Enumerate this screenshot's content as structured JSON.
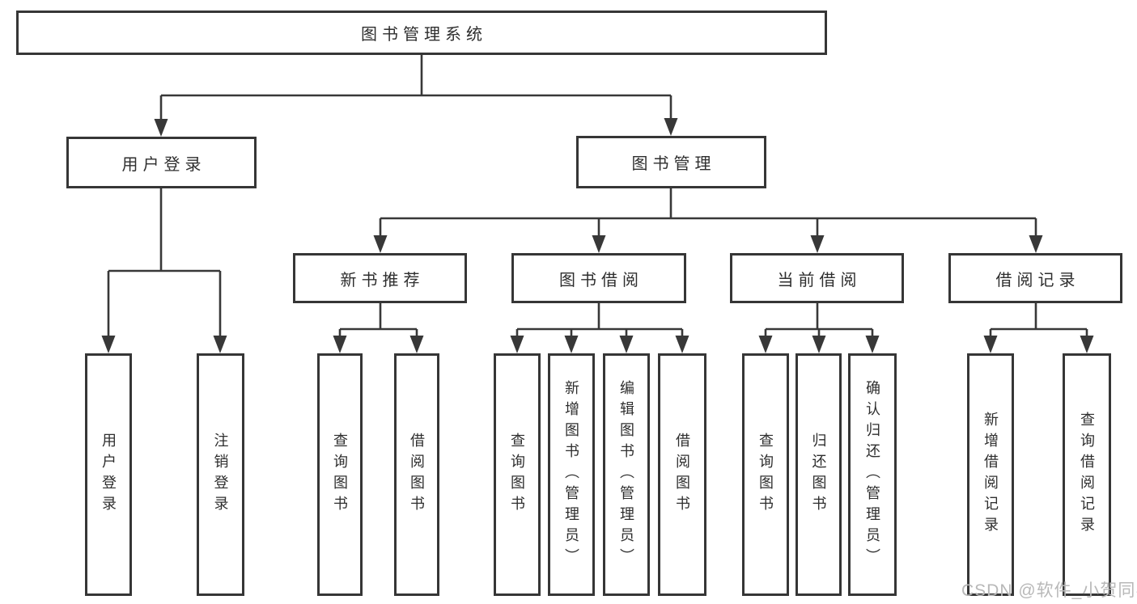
{
  "tree": {
    "root": "图书管理系统",
    "branches": [
      {
        "label": "用户登录",
        "children": [
          "用户登录",
          "注销登录"
        ]
      },
      {
        "label": "图书管理",
        "groups": [
          {
            "label": "新书推荐",
            "children": [
              "查询图书",
              "借阅图书"
            ]
          },
          {
            "label": "图书借阅",
            "children": [
              "查询图书",
              "新增图书（管理员）",
              "编辑图书（管理员）",
              "借阅图书"
            ]
          },
          {
            "label": "当前借阅",
            "children": [
              "查询图书",
              "归还图书",
              "确认归还（管理员）"
            ]
          },
          {
            "label": "借阅记录",
            "children": [
              "新增借阅记录",
              "查询借阅记录"
            ]
          }
        ]
      }
    ]
  },
  "watermark": "CSDN @软件_小贺同学",
  "colors": {
    "line": "#383838",
    "box_border": "#363636",
    "text": "#2e2e2e",
    "watermark": "#b8b8b8",
    "background": "#ffffff"
  }
}
